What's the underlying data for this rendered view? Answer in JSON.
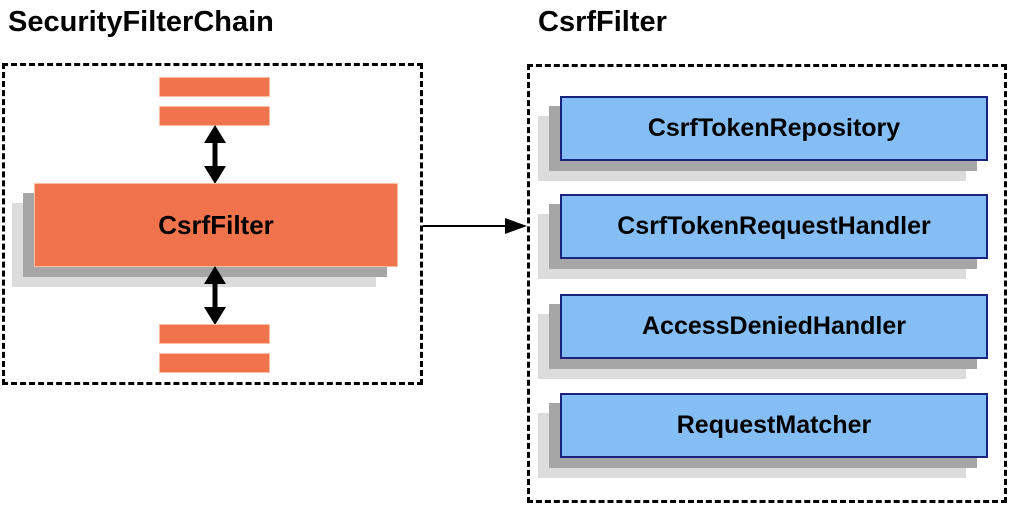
{
  "left_panel": {
    "title": "SecurityFilterChain",
    "filter_box_label": "CsrfFilter",
    "placeholder_bars_above": 2,
    "placeholder_bars_below": 2
  },
  "right_panel": {
    "title": "CsrfFilter",
    "components": [
      "CsrfTokenRepository",
      "CsrfTokenRequestHandler",
      "AccessDeniedHandler",
      "RequestMatcher"
    ]
  },
  "icons": [
    "bidirectional-arrow-icon",
    "bidirectional-arrow-icon",
    "flow-arrow-icon"
  ],
  "colors": {
    "orange_fill": "#F0734B",
    "orange_border": "#FBC0A4",
    "blue_fill": "#85BEF4",
    "blue_border": "#1A237E",
    "shadow_mid": "#A6A6A6",
    "shadow_light": "#DCDCDC",
    "line_color": "#000000"
  }
}
